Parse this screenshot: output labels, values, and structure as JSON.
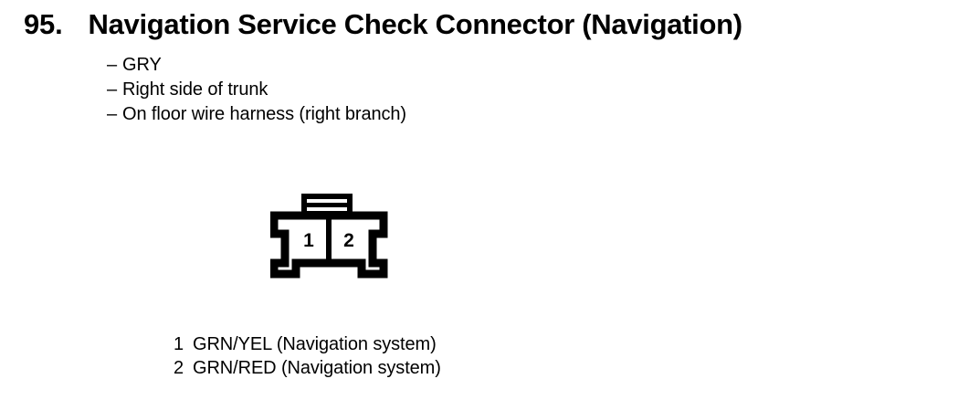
{
  "heading": {
    "number": "95.",
    "title": "Navigation Service Check Connector (Navigation)"
  },
  "bullets": [
    {
      "dash": "–",
      "text": "GRY"
    },
    {
      "dash": "–",
      "text": "Right side of trunk"
    },
    {
      "dash": "–",
      "text": "On floor wire harness (right branch)"
    }
  ],
  "connector": {
    "cavities": [
      {
        "number": "1"
      },
      {
        "number": "2"
      }
    ]
  },
  "legend": [
    {
      "pin": "1",
      "description": "GRN/YEL (Navigation system)"
    },
    {
      "pin": "2",
      "description": "GRN/RED (Navigation system)"
    }
  ],
  "colors": {
    "ink": "#000000",
    "page": "#ffffff"
  }
}
